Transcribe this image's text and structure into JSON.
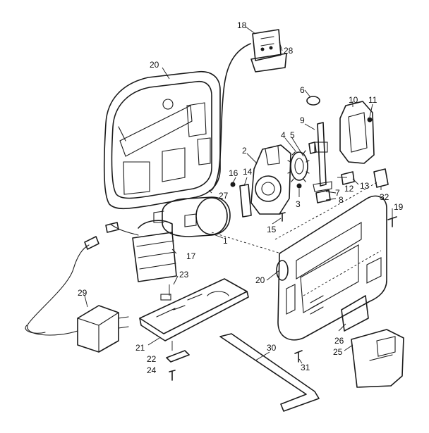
{
  "callouts": [
    "1",
    "2",
    "3",
    "4",
    "5",
    "6",
    "7",
    "8",
    "9",
    "10",
    "11",
    "12",
    "13",
    "14",
    "15",
    "16",
    "17",
    "18",
    "19",
    "20",
    "20",
    "21",
    "22",
    "23",
    "24",
    "25",
    "26",
    "27",
    "28",
    "29",
    "30",
    "31",
    "32"
  ]
}
